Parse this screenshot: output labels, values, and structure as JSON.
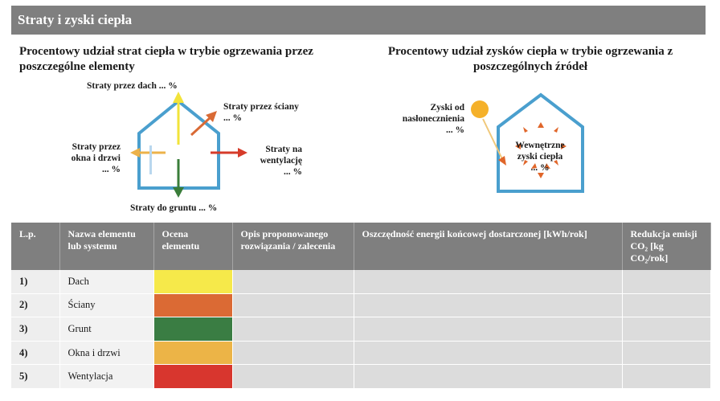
{
  "header": {
    "title": "Straty i zyski ciepła"
  },
  "losses": {
    "title": "Procentowy udział strat ciepła w trybie  ogrzewania przez poszczególne elementy",
    "roof": "Straty przez dach ... %",
    "walls_line1": "Straty przez ściany",
    "walls_line2": "... %",
    "vent_line1": "Straty na",
    "vent_line2": "wentylację",
    "vent_line3": "... %",
    "windows_line1": "Straty przez",
    "windows_line2": "okna i drzwi",
    "windows_line3": "... %",
    "ground": "Straty do gruntu ... %",
    "arrow_colors": {
      "roof": "#f2e33a",
      "walls": "#d96a35",
      "ventilation": "#d63b2a",
      "windows": "#ecb24a",
      "ground": "#3a7d3a",
      "house": "#4a9fce"
    }
  },
  "gains": {
    "title": "Procentowy udział zysków ciepła w trybie ogrzewania z poszczególnych źródeł",
    "solar_line1": "Zyski od",
    "solar_line2": "nasłonecznienia",
    "solar_line3": "... %",
    "internal_line1": "Wewnętrzne",
    "internal_line2": "zyski ciepła",
    "internal_line3": "... %",
    "sun_color": "#f5b12a",
    "arrow_color": "#e0662a"
  },
  "table": {
    "headers": [
      "L.p.",
      "Nazwa elementu lub systemu",
      "Ocena elementu",
      "Opis proponowanego rozwiązania / zalecenia",
      "Oszczędność energii końcowej dostarczonej [kWh/rok]",
      "Redukcja emisji CO₂ [kg CO₂/rok]"
    ],
    "rows": [
      {
        "lp": "1)",
        "name": "Dach",
        "color": "#f6e94a"
      },
      {
        "lp": "2)",
        "name": "Ściany",
        "color": "#db6a34"
      },
      {
        "lp": "3)",
        "name": "Grunt",
        "color": "#3a7d43"
      },
      {
        "lp": "4)",
        "name": "Okna i drzwi",
        "color": "#ecb447"
      },
      {
        "lp": "5)",
        "name": "Wentylacja",
        "color": "#d8362e"
      }
    ]
  }
}
